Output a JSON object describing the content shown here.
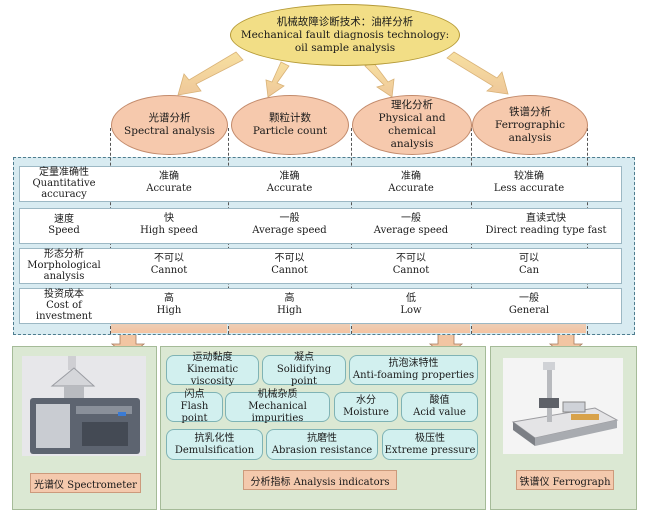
{
  "title": {
    "zh": "机械故障诊断技术：油样分析",
    "en1": "Mechanical fault diagnosis technology:",
    "en2": "oil sample analysis"
  },
  "methods": [
    {
      "zh": "光谱分析",
      "en1": "Spectral analysis",
      "en2": ""
    },
    {
      "zh": "颗粒计数",
      "en1": "Particle count",
      "en2": ""
    },
    {
      "zh": "理化分析",
      "en1": "Physical and chemical",
      "en2": "analysis"
    },
    {
      "zh": "铁谱分析",
      "en1": "Ferrographic",
      "en2": "analysis"
    }
  ],
  "rows": [
    {
      "label": {
        "zh": "定量准确性",
        "en1": "Quantitative",
        "en2": "accuracy"
      },
      "cells": [
        {
          "zh": "准确",
          "en": "Accurate"
        },
        {
          "zh": "准确",
          "en": "Accurate"
        },
        {
          "zh": "准确",
          "en": "Accurate"
        },
        {
          "zh": "较准确",
          "en": "Less accurate"
        }
      ]
    },
    {
      "label": {
        "zh": "速度",
        "en1": "Speed",
        "en2": ""
      },
      "cells": [
        {
          "zh": "快",
          "en": "High speed"
        },
        {
          "zh": "一般",
          "en": "Average speed"
        },
        {
          "zh": "一般",
          "en": "Average speed"
        },
        {
          "zh": "直读式快",
          "en": "Direct reading type fast"
        }
      ]
    },
    {
      "label": {
        "zh": "形态分析",
        "en1": "Morphological",
        "en2": "analysis"
      },
      "cells": [
        {
          "zh": "不可以",
          "en": "Cannot"
        },
        {
          "zh": "不可以",
          "en": "Cannot"
        },
        {
          "zh": "不可以",
          "en": "Cannot"
        },
        {
          "zh": "可以",
          "en": "Can"
        }
      ]
    },
    {
      "label": {
        "zh": "投资成本",
        "en1": "Cost of",
        "en2": "investment"
      },
      "cells": [
        {
          "zh": "高",
          "en": "High"
        },
        {
          "zh": "高",
          "en": "High"
        },
        {
          "zh": "低",
          "en": "Low"
        },
        {
          "zh": "一般",
          "en": "General"
        }
      ]
    }
  ],
  "spectrometer": {
    "caption": "光谱仪 Spectrometer"
  },
  "ferrograph": {
    "caption": "铁谱仪 Ferrograph"
  },
  "indicators": {
    "caption": "分析指标 Analysis indicators",
    "items": [
      {
        "zh": "运动黏度",
        "en": "Kinematic viscosity"
      },
      {
        "zh": "凝点",
        "en": "Solidifying point"
      },
      {
        "zh": "抗泡沫特性",
        "en": "Anti-foaming properties"
      },
      {
        "zh": "闪点",
        "en": "Flash point"
      },
      {
        "zh": "机械杂质",
        "en": "Mechanical impurities"
      },
      {
        "zh": "水分",
        "en": "Moisture"
      },
      {
        "zh": "酸值",
        "en": "Acid value"
      },
      {
        "zh": "抗乳化性",
        "en": "Demulsification"
      },
      {
        "zh": "抗磨性",
        "en": "Abrasion resistance"
      },
      {
        "zh": "极压性",
        "en": "Extreme pressure"
      }
    ]
  },
  "colors": {
    "title_oval": "#f2de86",
    "method_oval": "#f6c9ad",
    "frame": "#d8ebf1",
    "panel": "#dbe8d3",
    "pill": "#d2f0ef",
    "arrow": "#f2c5a2"
  }
}
